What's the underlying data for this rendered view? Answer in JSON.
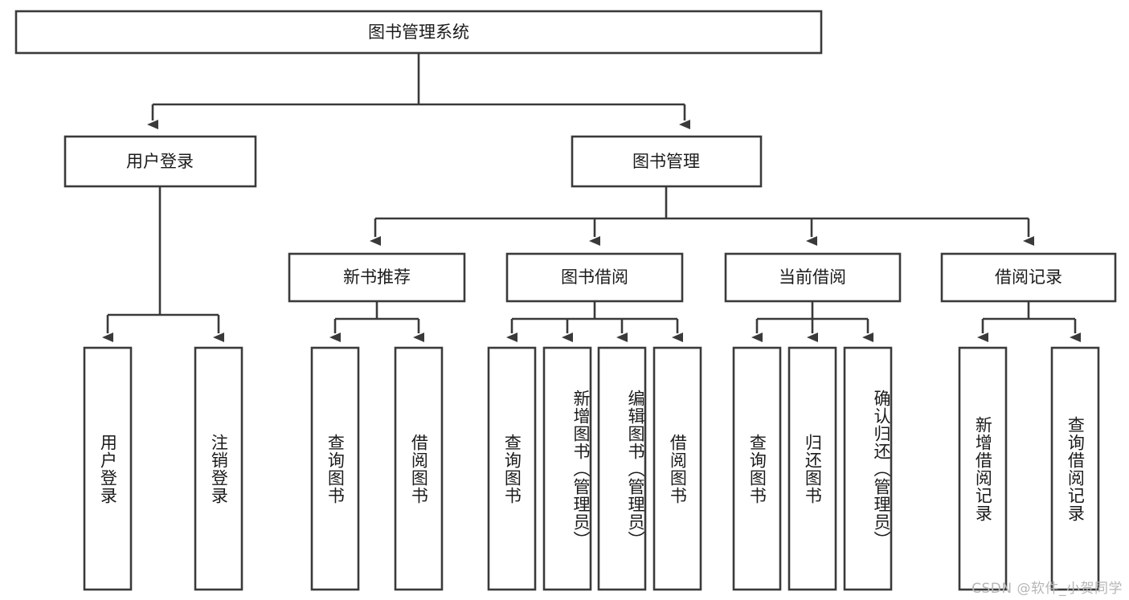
{
  "diagram": {
    "type": "tree-hierarchy",
    "title": "图书管理系统",
    "watermark": "CSDN @软件_小贺同学",
    "colors": {
      "box_stroke": "#3a3a3a",
      "box_fill": "#ffffff",
      "text": "#1b1b1b",
      "background": "#ffffff",
      "watermark": "#b6b6b6"
    },
    "levels": {
      "root": {
        "label": "图书管理系统"
      },
      "level2": [
        {
          "label": "用户登录"
        },
        {
          "label": "图书管理"
        }
      ],
      "level3": [
        {
          "label": "新书推荐"
        },
        {
          "label": "图书借阅"
        },
        {
          "label": "当前借阅"
        },
        {
          "label": "借阅记录"
        }
      ],
      "leaves": [
        {
          "label": "用户登录",
          "parent": "用户登录"
        },
        {
          "label": "注销登录",
          "parent": "用户登录"
        },
        {
          "label": "查询图书",
          "parent": "新书推荐"
        },
        {
          "label": "借阅图书",
          "parent": "新书推荐"
        },
        {
          "label": "查询图书",
          "parent": "图书借阅"
        },
        {
          "label": "新增图书（管理员）",
          "parent": "图书借阅"
        },
        {
          "label": "编辑图书（管理员）",
          "parent": "图书借阅"
        },
        {
          "label": "借阅图书",
          "parent": "图书借阅"
        },
        {
          "label": "查询图书",
          "parent": "当前借阅"
        },
        {
          "label": "归还图书",
          "parent": "当前借阅"
        },
        {
          "label": "确认归还（管理员）",
          "parent": "当前借阅"
        },
        {
          "label": "新增借阅记录",
          "parent": "借阅记录"
        },
        {
          "label": "查询借阅记录",
          "parent": "借阅记录"
        }
      ]
    }
  }
}
